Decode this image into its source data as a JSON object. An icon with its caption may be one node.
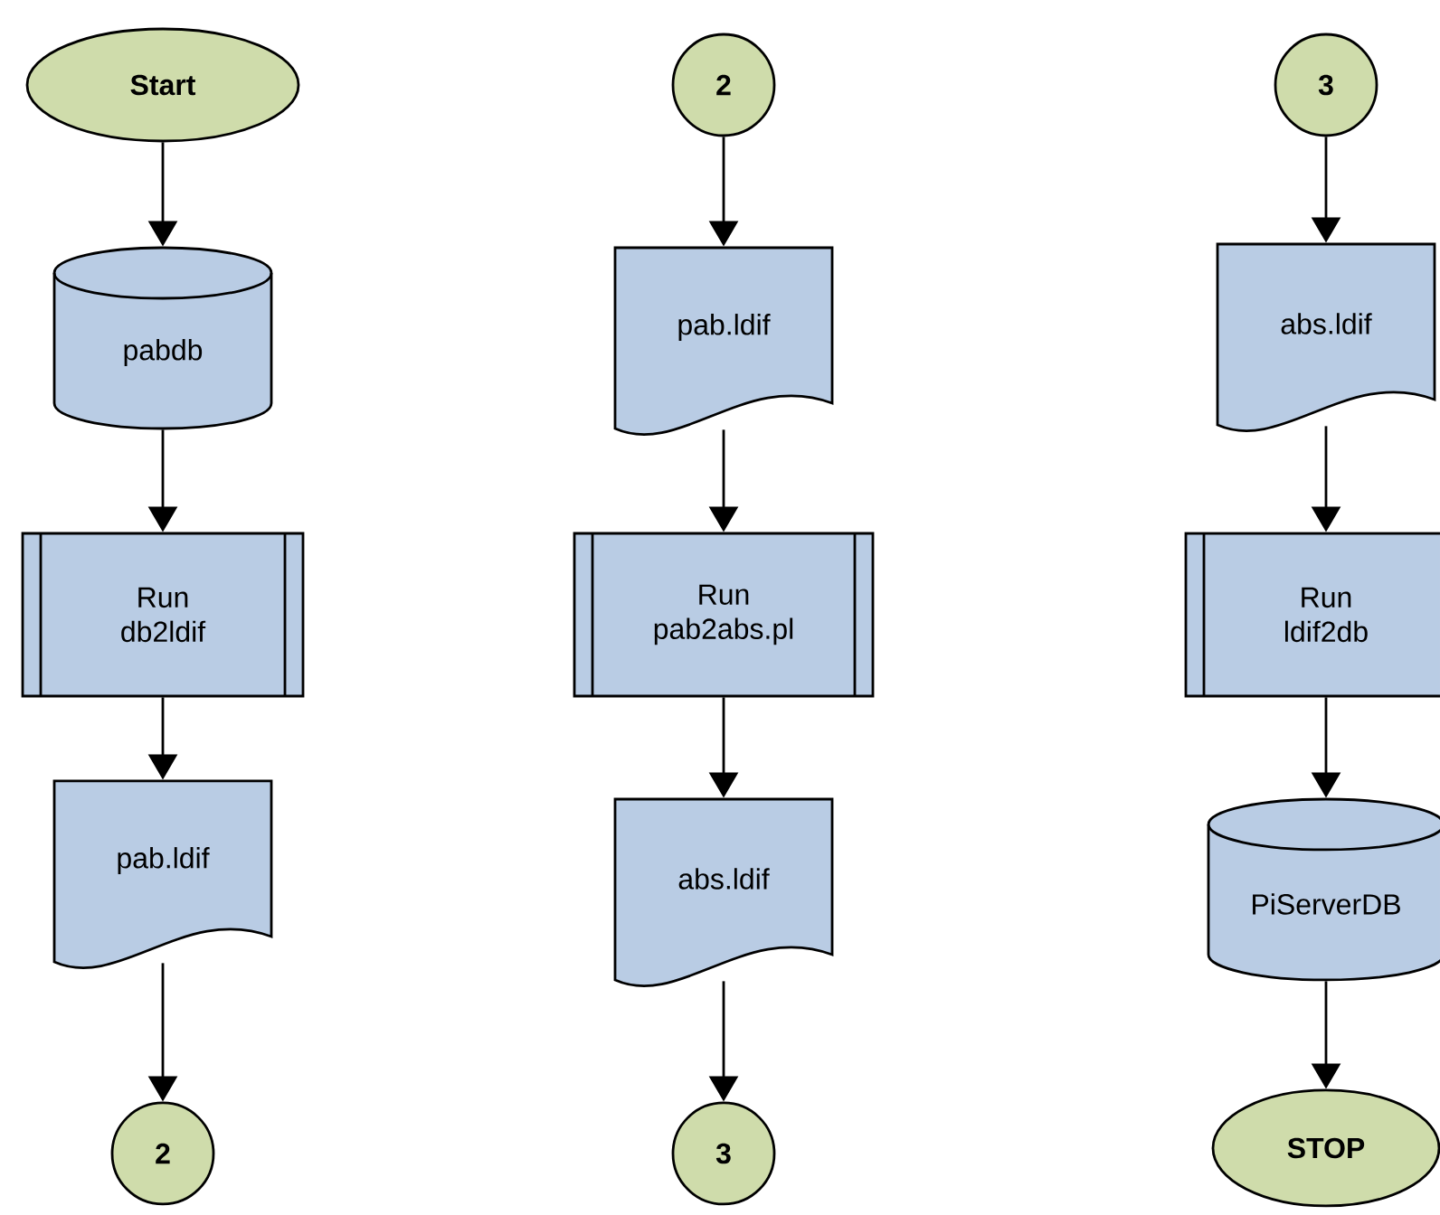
{
  "diagram": {
    "nodes": [
      {
        "text": [
          "Start"
        ]
      },
      {
        "text": [
          "pabdb"
        ]
      },
      {
        "text": [
          "Run db2ldif"
        ]
      },
      {
        "text": [
          "pab.ldif"
        ]
      },
      {
        "text": [
          "2"
        ]
      },
      {
        "text": [
          "2"
        ]
      },
      {
        "text": [
          "pab.ldif"
        ]
      },
      {
        "text": [
          "Run pab2abs.pl"
        ]
      },
      {
        "text": [
          "abs.ldif"
        ]
      },
      {
        "text": [
          "3"
        ]
      },
      {
        "text": [
          "3"
        ]
      },
      {
        "text": [
          "abs.ldif"
        ]
      },
      {
        "text": [
          "Run ldif2db"
        ]
      },
      {
        "text": [
          "PiServerDB"
        ]
      },
      {
        "text": [
          "STOP"
        ]
      }
    ],
    "edges": [
      {
        "from": 0,
        "to": 1,
        "arrow": "to"
      },
      {
        "from": 1,
        "to": 2,
        "arrow": "to"
      },
      {
        "from": 2,
        "to": 3,
        "arrow": "to"
      },
      {
        "from": 3,
        "to": 4,
        "arrow": "to"
      },
      {
        "from": 5,
        "to": 6,
        "arrow": "to"
      },
      {
        "from": 6,
        "to": 7,
        "arrow": "to"
      },
      {
        "from": 7,
        "to": 8,
        "arrow": "to"
      },
      {
        "from": 8,
        "to": 9,
        "arrow": "to"
      },
      {
        "from": 10,
        "to": 11,
        "arrow": "to"
      },
      {
        "from": 11,
        "to": 12,
        "arrow": "to"
      },
      {
        "from": 12,
        "to": 13,
        "arrow": "to"
      },
      {
        "from": 13,
        "to": 14,
        "arrow": "to"
      }
    ]
  }
}
